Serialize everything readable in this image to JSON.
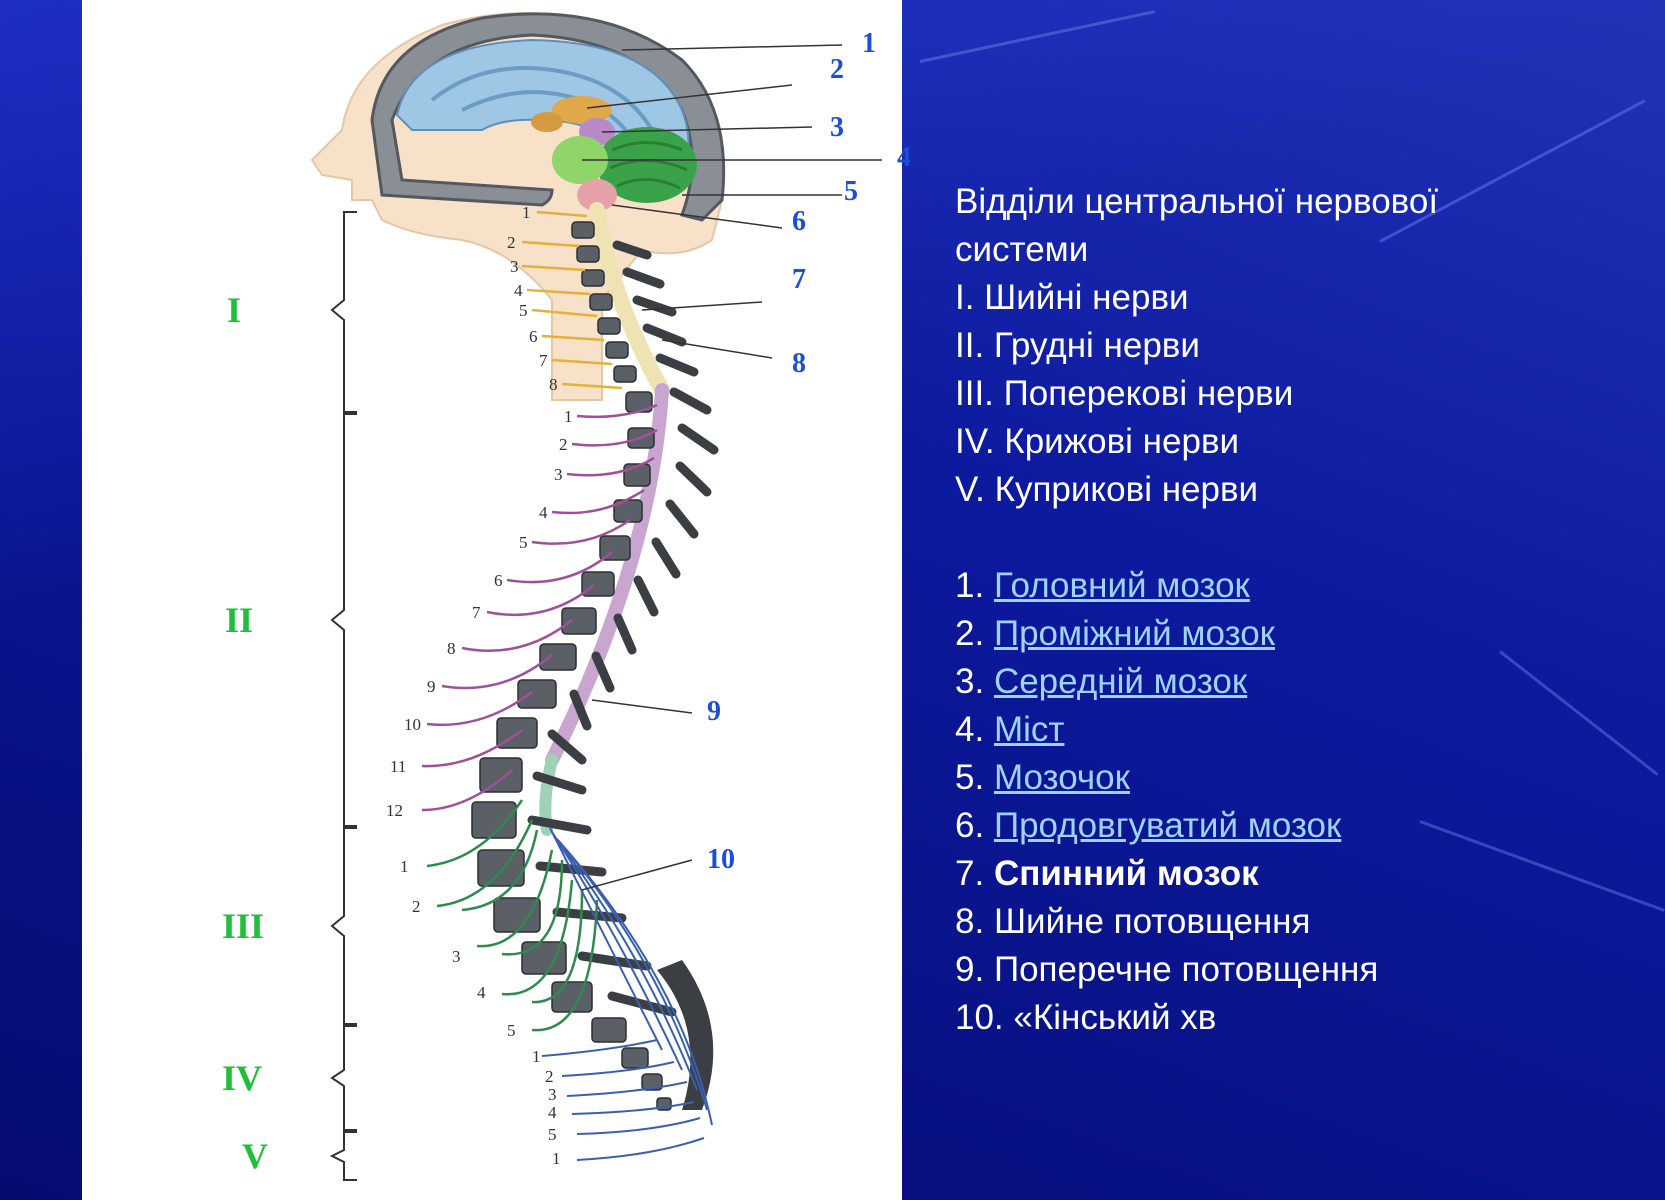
{
  "slide": {
    "heading_line1": "Відділи центральної нервової",
    "heading_line2": "системи",
    "nerves": [
      "I. Шийні нерви",
      "II. Грудні нерви",
      "III. Поперекові нерви",
      "IV. Крижові нерви",
      "V. Куприкові нерви"
    ],
    "parts": [
      {
        "num": "1.",
        "text": "Головний мозок"
      },
      {
        "num": "2.",
        "text": "Проміжний мозок"
      },
      {
        "num": "3.",
        "text": "Середній мозок"
      },
      {
        "num": "4.",
        "text": "Міст"
      },
      {
        "num": "5.",
        "text": "Мозочок"
      },
      {
        "num": "6.",
        "text": "Продовгуватий мозок"
      },
      {
        "num": "7.",
        "text": "Спинний мозок"
      },
      {
        "num": "8.",
        "text": "Шийне потовщення"
      },
      {
        "num": "9.",
        "text": "Поперечне потовщення"
      },
      {
        "num": "10.",
        "text": "«Кінський хв"
      }
    ],
    "link_color": "#9fd3ff",
    "background_color": "#0a1491"
  },
  "figure": {
    "structure_labels": [
      "1",
      "2",
      "3",
      "4",
      "5",
      "6",
      "7",
      "8",
      "9",
      "10"
    ],
    "region_labels": [
      "I",
      "II",
      "III",
      "IV",
      "V"
    ],
    "cervical_nerves": [
      "1",
      "2",
      "3",
      "4",
      "5",
      "6",
      "7",
      "8"
    ],
    "thoracic_nerves": [
      "1",
      "2",
      "3",
      "4",
      "5",
      "6",
      "7",
      "8",
      "9",
      "10",
      "11",
      "12"
    ],
    "lumbar_nerves": [
      "1",
      "2",
      "3",
      "4",
      "5"
    ],
    "sacral_nerves": [
      "1",
      "2",
      "3",
      "4",
      "5"
    ],
    "coccygeal_nerves": [
      "1"
    ],
    "colors": {
      "label_blue": "#1d4fd6",
      "region_green": "#1fbf3a",
      "cervical": "#e3b23c",
      "thoracic": "#a0509a",
      "lumbar": "#2e8a4e",
      "sacral": "#3a5fb0"
    }
  }
}
